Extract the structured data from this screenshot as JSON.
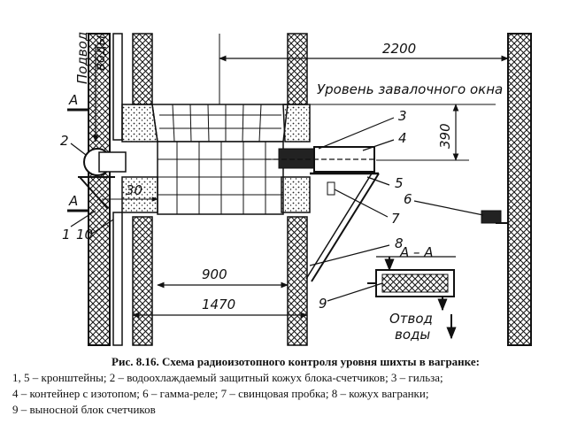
{
  "figure": {
    "labels": {
      "water_in": [
        "Подвод",
        "воды"
      ],
      "water_out": [
        "Отвод",
        "воды"
      ],
      "window_level": "Уровень завалочного окна",
      "section_a": "А",
      "section_aa": "А – А"
    },
    "dimensions": {
      "d2200": "2200",
      "d390": "390",
      "d30": "30",
      "d900": "900",
      "d1470": "1470"
    },
    "callouts": {
      "n1": "1",
      "n2": "2",
      "n3": "3",
      "n4": "4",
      "n5": "5",
      "n6": "6",
      "n7": "7",
      "n8": "8",
      "n9": "9",
      "n10": "10"
    }
  },
  "caption": {
    "title": "Рис. 8.16. Схема радиоизотопного контроля уровня шихты в вагранке:",
    "line1": "1, 5 – кронштейны; 2 – водоохлаждаемый защитный кожух блока-счетчиков; 3 – гильза;",
    "line2": "4 – контейнер с изотопом; 6 – гамма-реле; 7 – свинцовая пробка; 8 – кожух вагранки;",
    "line3": "9 – выносной блок счетчиков"
  }
}
